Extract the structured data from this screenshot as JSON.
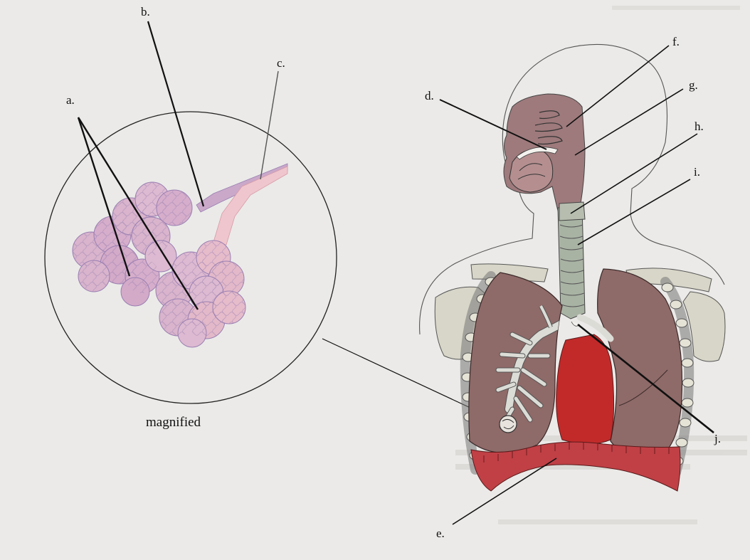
{
  "labels": {
    "a": "a.",
    "b": "b.",
    "c": "c.",
    "d": "d.",
    "e": "e.",
    "f": "f.",
    "g": "g.",
    "h": "h.",
    "i": "i.",
    "j": "j."
  },
  "caption": "magnified",
  "colors": {
    "paper": "#ebeae8",
    "alveoli": "#d9b4cc",
    "alveoli_vein": "#9a7fb2",
    "head_cavity": "#9e7a7c",
    "trachea": "#a9b3a4",
    "lung": "#8e6a68",
    "heart": "#c22a2a",
    "bone": "#d8d6c8",
    "bronchi": "#dcdcd6",
    "diaphragm": "#c04046"
  }
}
